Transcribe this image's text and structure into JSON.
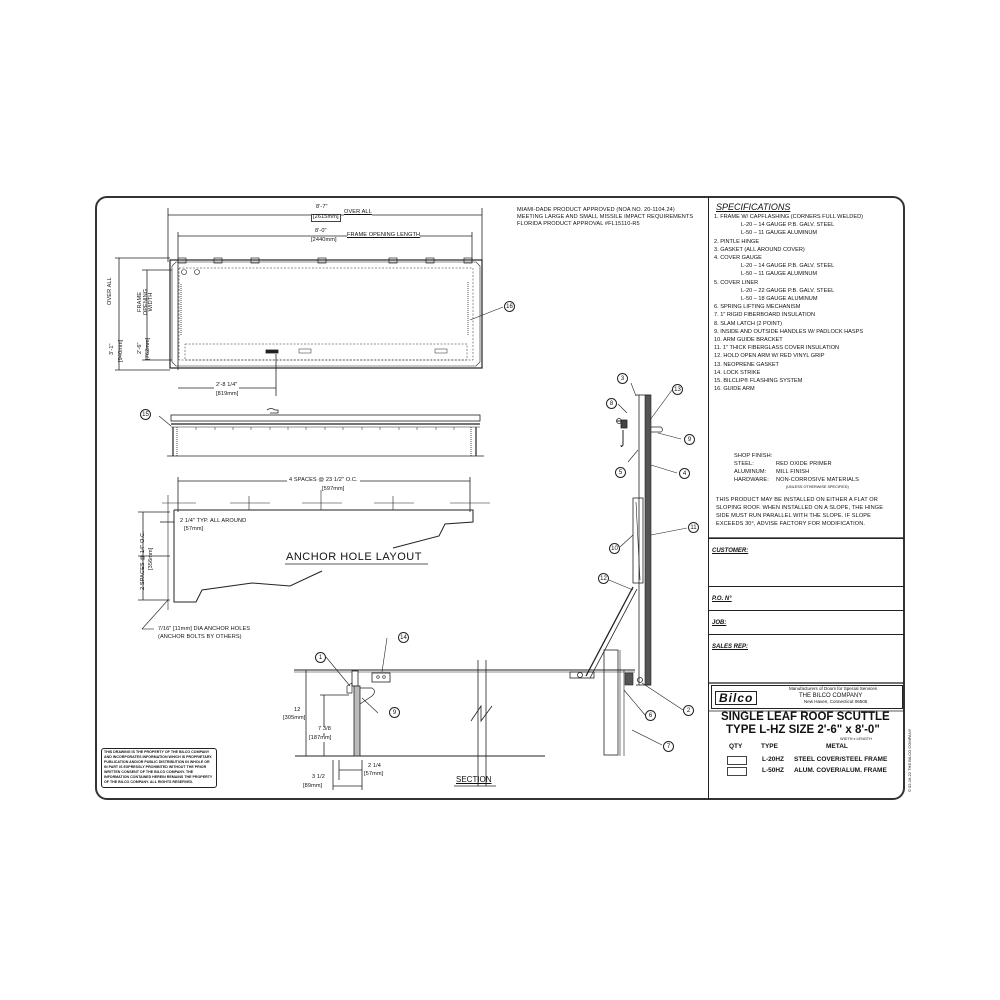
{
  "drawing": {
    "approval_note": [
      "MIAMI-DADE PRODUCT APPROVED (NOA NO. 20-1104.24)",
      "MEETING LARGE AND SMALL MISSILE IMPACT REQUIREMENTS",
      "FLORIDA PRODUCT APPROVAL #FL15110-R5"
    ],
    "plan_view": {
      "overall_length": "8'-7\"",
      "overall_length_mm": "[2615mm]",
      "overall_label": "OVER ALL",
      "opening_length": "8'-0\"",
      "opening_length_mm": "[2440mm]",
      "opening_length_label": "FRAME OPENING LENGTH",
      "overall_width": "3'-1\"",
      "overall_width_mm": "[940mm]",
      "overall_width_label": "OVER ALL",
      "opening_width": "2'-6\"",
      "opening_width_mm": "[762mm]",
      "opening_width_label": "FRAME OPENING WIDTH",
      "handle_offset": "2'-8 1/4\"",
      "handle_offset_mm": "[819mm]",
      "callout": "16"
    },
    "elevation": {
      "callout": "15"
    },
    "anchor_layout": {
      "title": "ANCHOR HOLE LAYOUT",
      "spacing_long": "4 SPACES @ 23 1/2\" O.C.",
      "spacing_long_mm": "[597mm]",
      "edge_distance": "2 1/4\" TYP. ALL AROUND",
      "edge_distance_mm": "[57mm]",
      "spacing_short": "2 SPACES @ 14\" O.C.",
      "spacing_short_mm": "[356mm]",
      "hole_note_1": "7/16\" [11mm] DIA ANCHOR HOLES",
      "hole_note_2": "(ANCHOR BOLTS BY OTHERS)"
    },
    "section": {
      "title": "SECTION",
      "height": "12",
      "height_mm": "[305mm]",
      "curb": "7 3/8",
      "curb_mm": "[187mm]",
      "flange": "2 1/4",
      "flange_mm": "[57mm]",
      "overall_flange": "3 1/2",
      "overall_flange_mm": "[89mm]",
      "callouts": [
        "1",
        "14",
        "9",
        "3",
        "13",
        "8",
        "9",
        "5",
        "4",
        "11",
        "10",
        "12",
        "2",
        "6",
        "7"
      ]
    },
    "notice": "THIS DRAWING IS THE PROPERTY OF THE BILCO COMPANY AND INCORPORATES INFORMATION WHICH IS PROPRIETARY. PUBLICATION AND/OR PUBLIC DISTRIBUTION IN WHOLE OR IN PART IS EXPRESSLY PROHIBITED WITHOUT THE PRIOR WRITTEN CONSENT OF THE BILCO COMPANY. THE INFORMATION CONTAINED HEREIN REMAINS THE PROPERTY OF THE BILCO COMPANY. ALL RIGHTS RESERVED."
  },
  "specifications": {
    "title": "SPECIFICATIONS",
    "lines": [
      {
        "text": "1.  FRAME W/ CAPFLASHING (CORNERS FULL WELDED)",
        "sub": false
      },
      {
        "text": "L-20  –  14 GAUGE P.B. GALV. STEEL",
        "sub": true
      },
      {
        "text": "L-50  –  11 GAUGE ALUMINUM",
        "sub": true
      },
      {
        "text": "2.  PINTLE HINGE",
        "sub": false
      },
      {
        "text": "3.  GASKET (ALL AROUND COVER)",
        "sub": false
      },
      {
        "text": "4.  COVER GAUGE",
        "sub": false
      },
      {
        "text": "L-20  –  14 GAUGE P.B. GALV. STEEL",
        "sub": true
      },
      {
        "text": "L-50  –  11 GAUGE ALUMINUM",
        "sub": true
      },
      {
        "text": "5.  COVER LINER",
        "sub": false
      },
      {
        "text": "L-20  –  22 GAUGE P.B. GALV. STEEL",
        "sub": true
      },
      {
        "text": "L-50  –  18 GAUGE ALUMINUM",
        "sub": true
      },
      {
        "text": "6.  SPRING LIFTING MECHANISM",
        "sub": false
      },
      {
        "text": "7.  1\" RIGID FIBERBOARD INSULATION",
        "sub": false
      },
      {
        "text": "8.  SLAM LATCH (2 POINT)",
        "sub": false
      },
      {
        "text": "9.  INSIDE AND OUTSIDE HANDLES W/ PADLOCK HASPS",
        "sub": false
      },
      {
        "text": "10. ARM GUIDE BRACKET",
        "sub": false
      },
      {
        "text": "11. 1\" THICK FIBERGLASS COVER INSULATION",
        "sub": false
      },
      {
        "text": "12. HOLD OPEN ARM W/ RED VINYL GRIP",
        "sub": false
      },
      {
        "text": "13. NEOPRENE GASKET",
        "sub": false
      },
      {
        "text": "14. LOCK STRIKE",
        "sub": false
      },
      {
        "text": "15. BILCLIP® FLASHING SYSTEM",
        "sub": false
      },
      {
        "text": "16. GUIDE ARM",
        "sub": false
      }
    ],
    "shop_finish": {
      "label": "SHOP FINISH:",
      "steel_label": "STEEL:",
      "steel_value": "RED OXIDE PRIMER",
      "aluminum_label": "ALUMINUM:",
      "aluminum_value": "MILL FINISH",
      "hardware_label": "HARDWARE:",
      "hardware_value": "NON-CORROSIVE MATERIALS",
      "hardware_note": "(UNLESS OTHERWISE SPECIFIED)"
    },
    "install_note": [
      "THIS PRODUCT MAY BE INSTALLED ON EITHER A FLAT OR",
      "SLOPING ROOF. WHEN INSTALLED ON A SLOPE, THE HINGE",
      "SIDE MUST RUN PARALLEL WITH THE SLOPE. IF SLOPE",
      "EXCEEDS 30°, ADVISE FACTORY FOR MODIFICATION."
    ]
  },
  "fields": {
    "customer": "CUSTOMER:",
    "po": "P.O. N°",
    "job": "JOB:",
    "sales_rep": "SALES REP:"
  },
  "title_block": {
    "logo": "Bilco",
    "tagline": "Manufacturers of Doors for Special Services",
    "company": "THE  BILCO  COMPANY",
    "address": "New Haven, Connecticut 06505",
    "title_line1": "SINGLE LEAF ROOF SCUTTLE",
    "title_line2": "TYPE L-HZ  SIZE 2'-6\" x 8'-0\"",
    "size_sub": "WIDTH   x  LENGTH",
    "col_qty": "QTY",
    "col_type": "TYPE",
    "col_metal": "METAL",
    "rows": [
      {
        "type": "L-20HZ",
        "metal": "STEEL COVER/STEEL FRAME"
      },
      {
        "type": "L-50HZ",
        "metal": "ALUM. COVER/ALUM. FRAME"
      }
    ],
    "side_note": "©  02-16-22 THE BILCO COMPANY"
  },
  "colors": {
    "line": "#222222",
    "paper": "#ffffff"
  }
}
